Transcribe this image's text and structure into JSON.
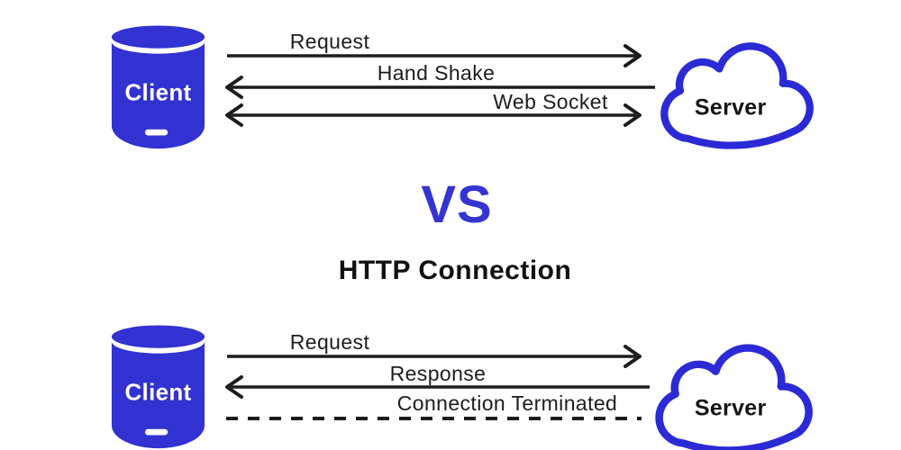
{
  "colors": {
    "node-blue": "#3231d2",
    "cloud-blue": "#2b2ad6",
    "vs-blue": "#3534d3",
    "arrow-black": "#1c1c1c",
    "label-dark": "#1d1d1d",
    "title-black": "#111111"
  },
  "versus_label": "VS",
  "http_title": "HTTP Connection",
  "websocket_section": {
    "client_label": "Client",
    "server_label": "Server",
    "arrows": [
      {
        "label": "Request",
        "direction": "client-to-server",
        "style": "solid"
      },
      {
        "label": "Hand Shake",
        "direction": "server-to-client",
        "style": "solid"
      },
      {
        "label": "Web Socket",
        "direction": "bidirectional",
        "style": "solid"
      }
    ]
  },
  "http_section": {
    "client_label": "Client",
    "server_label": "Server",
    "arrows": [
      {
        "label": "Request",
        "direction": "client-to-server",
        "style": "solid"
      },
      {
        "label": "Response",
        "direction": "server-to-client",
        "style": "solid"
      },
      {
        "label": "Connection Terminated",
        "direction": "none",
        "style": "dashed"
      }
    ]
  }
}
